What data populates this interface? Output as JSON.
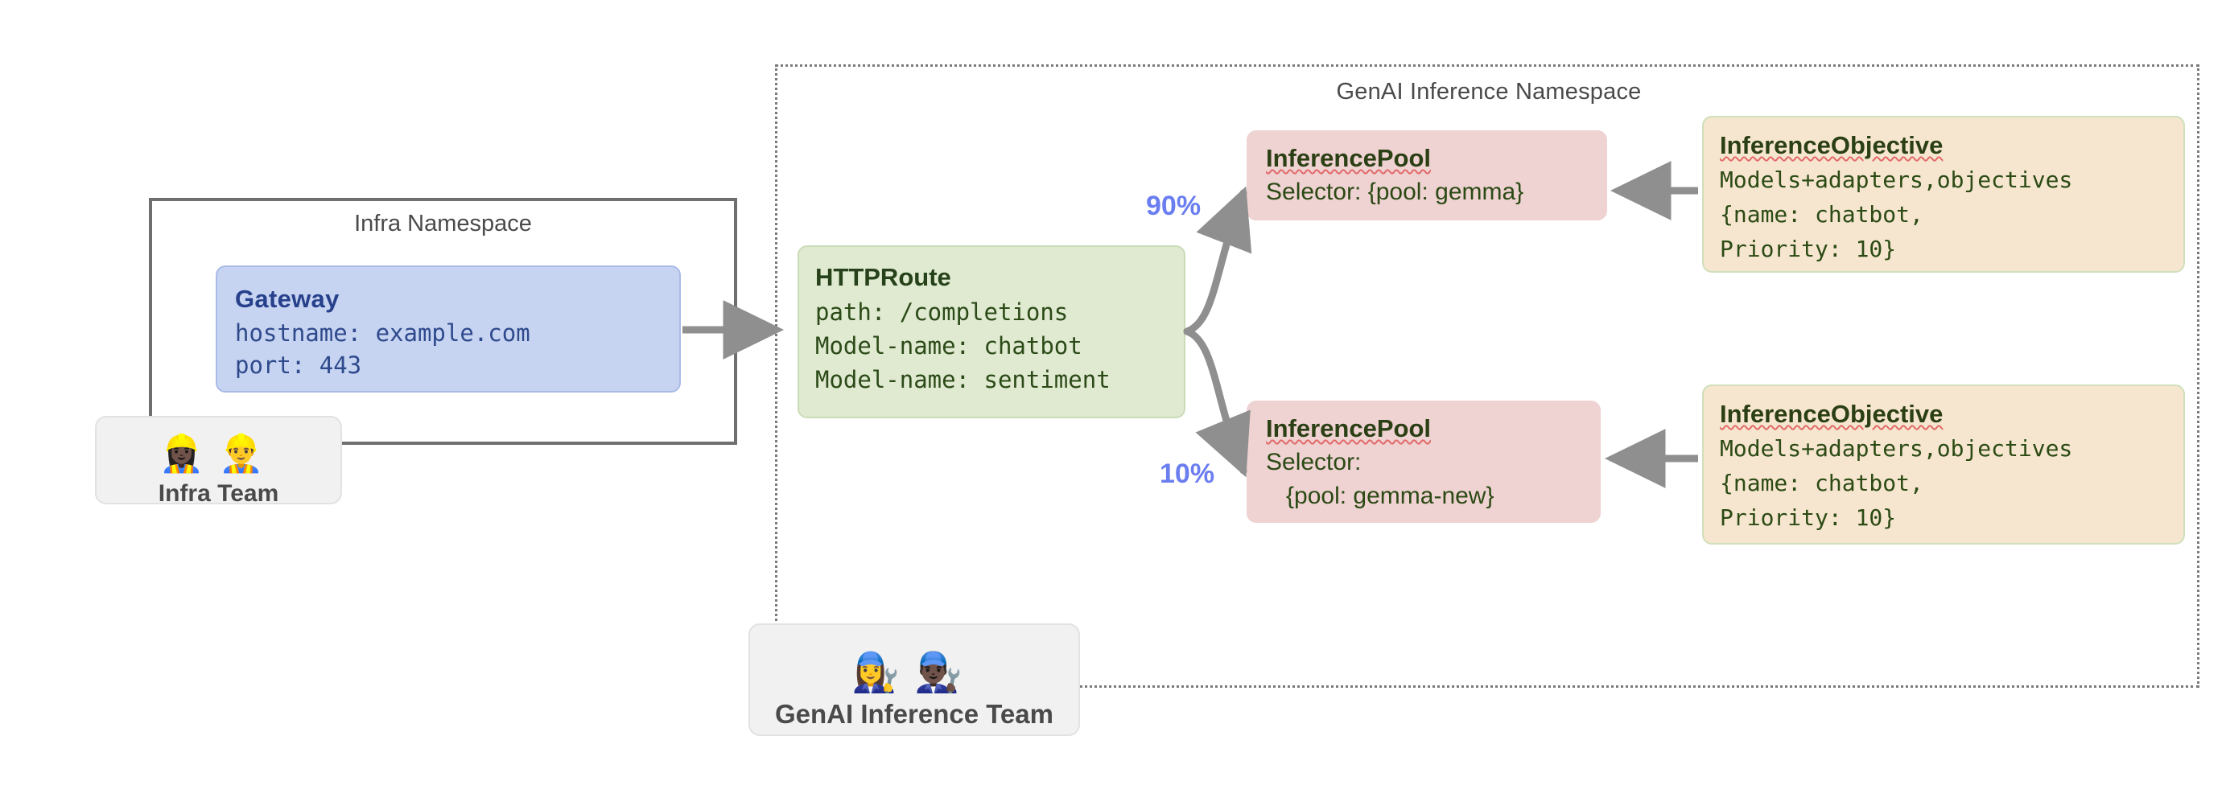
{
  "namespaces": {
    "genai": {
      "title": "GenAI Inference Namespace"
    },
    "infra": {
      "title": "Infra Namespace"
    }
  },
  "gateway": {
    "title": "Gateway",
    "line1": "hostname: example.com",
    "line2": "port: 443"
  },
  "httproute": {
    "title": "HTTPRoute",
    "line1": "path: /completions",
    "line2": "Model-name: chatbot",
    "line3": "Model-name: sentiment"
  },
  "inference_pools": [
    {
      "title": "InferencePool",
      "line1": "Selector: {pool: gemma}",
      "line2": ""
    },
    {
      "title": "InferencePool",
      "line1": "Selector:",
      "line2": "   {pool: gemma-new}"
    }
  ],
  "inference_objectives": [
    {
      "title": "InferenceObjective",
      "line1": "Models+adapters,objectives",
      "line2": "{name: chatbot,",
      "line3": "Priority: 10}"
    },
    {
      "title": "InferenceObjective",
      "line1": "Models+adapters,objectives",
      "line2": "{name: chatbot,",
      "line3": "Priority: 10}"
    }
  ],
  "traffic_split": {
    "top_weight": "90%",
    "bottom_weight": "10%"
  },
  "teams": [
    {
      "label": "Infra Team",
      "emojis": "👷🏿‍♀️👷‍♂️",
      "icon_names": [
        "construction-worker-woman-icon",
        "construction-worker-man-icon"
      ]
    },
    {
      "label": "GenAI Inference Team",
      "emojis": "👩‍🔧👨🏿‍🔧",
      "icon_names": [
        "mechanic-woman-icon",
        "mechanic-man-icon"
      ]
    }
  ],
  "colors": {
    "gateway_bg": "#c6d4f2",
    "gateway_text": "#27408b",
    "httproute_bg": "#dfead0",
    "httproute_text": "#27421a",
    "pool_bg": "#efd2d2",
    "objective_bg": "#f6e6cf",
    "arrow_gray": "#8f8f8f",
    "weight_blue": "#6b7ef0",
    "namespace_border": "#7a7a7a"
  }
}
